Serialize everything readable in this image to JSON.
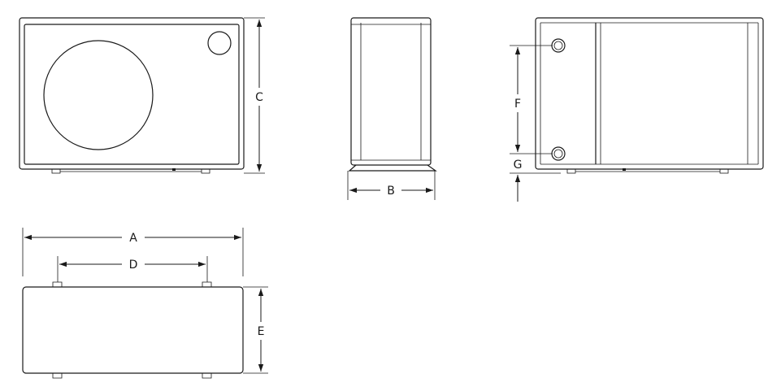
{
  "title": "",
  "views": {
    "front": "front-view",
    "side": "side-view",
    "back": "back-view",
    "top": "top-view"
  },
  "dimensions": {
    "A": "A",
    "B": "B",
    "C": "C",
    "D": "D",
    "E": "E",
    "F": "F",
    "G": "G"
  },
  "colors": {
    "line": "#1a1a1a",
    "background": "#ffffff"
  }
}
